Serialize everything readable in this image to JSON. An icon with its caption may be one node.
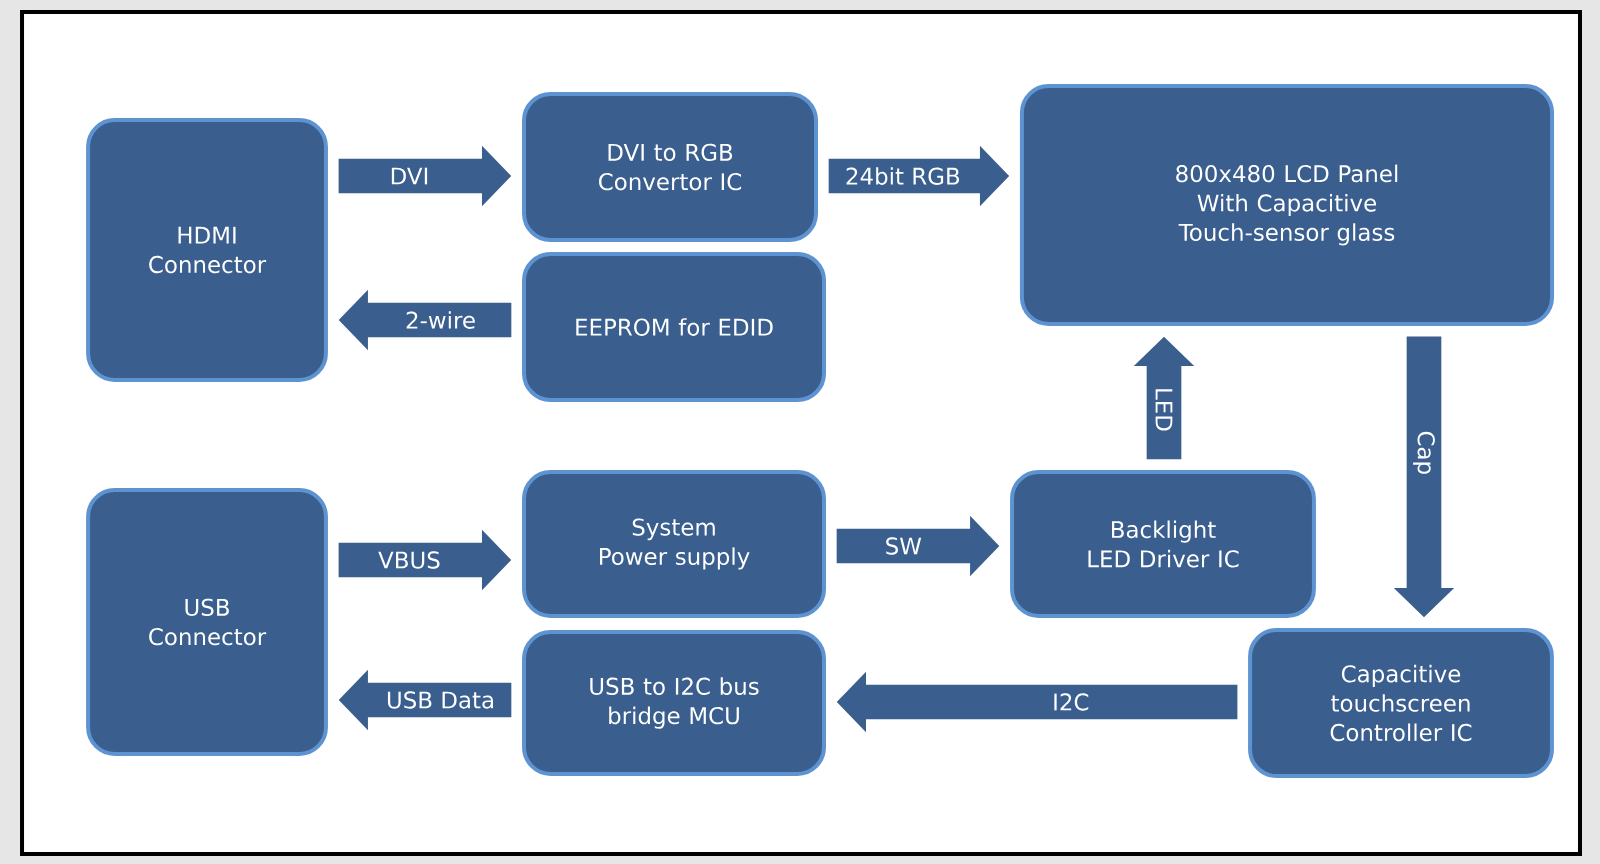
{
  "diagram": {
    "nodes": [
      {
        "text": [
          "HDMI Connector"
        ]
      },
      {
        "text": [
          "DVI to RGB Convertor IC"
        ]
      },
      {
        "text": [
          "EEPROM for EDID"
        ]
      },
      {
        "text": [
          "800x480 LCD Panel With Capacitive Touch-sensor glass"
        ]
      },
      {
        "text": [
          "USB Connector"
        ]
      },
      {
        "text": [
          "System Power supply"
        ]
      },
      {
        "text": [
          "USB to I2C bus bridge MCU"
        ]
      },
      {
        "text": [
          "Backlight LED Driver IC"
        ]
      },
      {
        "text": [
          "Capacitive touchscreen Controller IC"
        ]
      }
    ],
    "edges": [
      {
        "from": 0,
        "to": 1,
        "arrow": "to",
        "label": "DVI"
      },
      {
        "from": 2,
        "to": 0,
        "arrow": "to",
        "label": "2-wire"
      },
      {
        "from": 1,
        "to": 3,
        "arrow": "to",
        "label": "24bit RGB"
      },
      {
        "from": 4,
        "to": 5,
        "arrow": "to",
        "label": "VBUS"
      },
      {
        "from": 6,
        "to": 4,
        "arrow": "to",
        "label": "USB Data"
      },
      {
        "from": 5,
        "to": 7,
        "arrow": "to",
        "label": "SW"
      },
      {
        "from": 7,
        "to": 3,
        "arrow": "to",
        "label": "LED"
      },
      {
        "from": 3,
        "to": 8,
        "arrow": "to",
        "label": "Cap"
      },
      {
        "from": 8,
        "to": 6,
        "arrow": "to",
        "label": "I2C"
      }
    ]
  }
}
